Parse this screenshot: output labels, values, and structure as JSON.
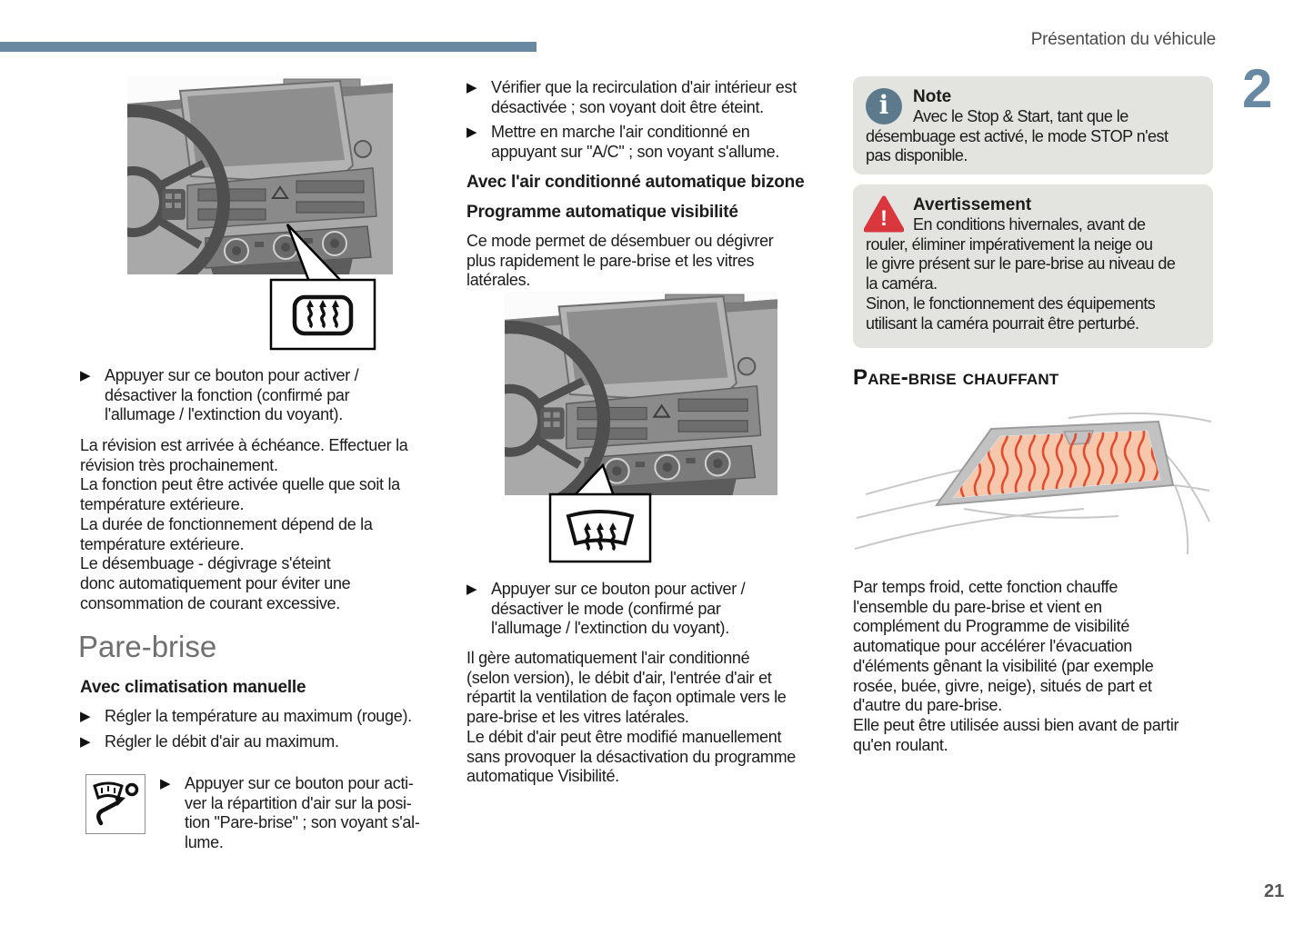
{
  "page": {
    "header": "Présentation du véhicule",
    "chapter_number": "2",
    "page_number": "21"
  },
  "icons": {
    "bullet_marker": "▶",
    "info": "i",
    "warning_exclamation": "!"
  },
  "colors": {
    "accent_blue": "#6989A2",
    "box_background": "#E3E4DF",
    "warning_red": "#D9363E",
    "heating_glass_orange": "#F6C7AB",
    "heating_line_red": "#E14B2E"
  },
  "left_column": {
    "figure_1_icon": "rear-window-defrost-icon",
    "bullet_1": "Appuyer sur ce bouton pour activer /\ndésactiver la fonction (confirmé par\nl'allumage / l'extinction du voyant).",
    "paragraph_1": "La révision est arrivée à échéance. Effectuer la\nrévision très prochainement.\nLa fonction peut être activée quelle que soit la\ntempérature extérieure.\nLa durée de fonctionnement dépend de la\ntempérature extérieure.\nLe désembuage - dégivrage s'éteint\ndonc automatiquement pour éviter une\nconsommation de courant excessive.",
    "section_title": "Pare-brise",
    "subsection_title": "Avec climatisation manuelle",
    "bullet_2": "Régler la température au maximum (rouge).",
    "bullet_3": "Régler le débit d'air au maximum.",
    "button_icon": "air-distribution-windscreen-icon",
    "bullet_4": "Appuyer sur ce bouton pour acti-\nver la répartition d'air sur la posi-\ntion \"Pare-brise\" ; son voyant s'al-\nlume."
  },
  "middle_column": {
    "bullet_1": "Vérifier que la recirculation d'air intérieur est\ndésactivée ; son voyant doit être éteint.",
    "bullet_2": "Mettre en marche l'air conditionné en\nappuyant sur \"A/C\" ; son voyant s'allume.",
    "subsection_title_1": "Avec l'air conditionné automatique bizone",
    "subsection_title_2": "Programme automatique visibilité",
    "paragraph_1": "Ce mode permet de désembuer ou dégivrer\nplus rapidement le pare-brise et les vitres\nlatérales.",
    "figure_2_icon": "windscreen-defrost-icon",
    "bullet_3": "Appuyer sur ce bouton pour activer /\ndésactiver le mode (confirmé par\nl'allumage / l'extinction du voyant).",
    "paragraph_2": "Il gère automatiquement l'air conditionné\n(selon version), le débit d'air, l'entrée d'air et\nrépartit la ventilation de façon optimale vers le\npare-brise et les vitres latérales.\nLe débit d'air peut être modifié manuellement\nsans provoquer la désactivation du programme\nautomatique Visibilité."
  },
  "right_column": {
    "note": {
      "title": "Note",
      "text": "Avec le Stop & Start, tant que le\ndésembuage est activé, le mode STOP n'est\npas disponible."
    },
    "warning": {
      "title": "Avertissement",
      "text": "En conditions hivernales, avant de\nrouler, éliminer impérativement la neige ou\nle givre présent sur le pare-brise au niveau de\nla caméra.\nSinon, le fonctionnement des équipements\nutilisant la caméra pourrait être perturbé."
    },
    "section_title": "Pare-brise chauffant",
    "paragraph_1": "Par temps froid, cette fonction chauffe\nl'ensemble du pare-brise et vient en\ncomplément du Programme de visibilité\nautomatique pour accélérer l'évacuation\nd'éléments gênant la visibilité (par exemple\nrosée, buée, givre, neige), situés de part et\nd'autre du pare-brise.\nElle peut être utilisée aussi bien avant de partir\nqu'en roulant."
  }
}
